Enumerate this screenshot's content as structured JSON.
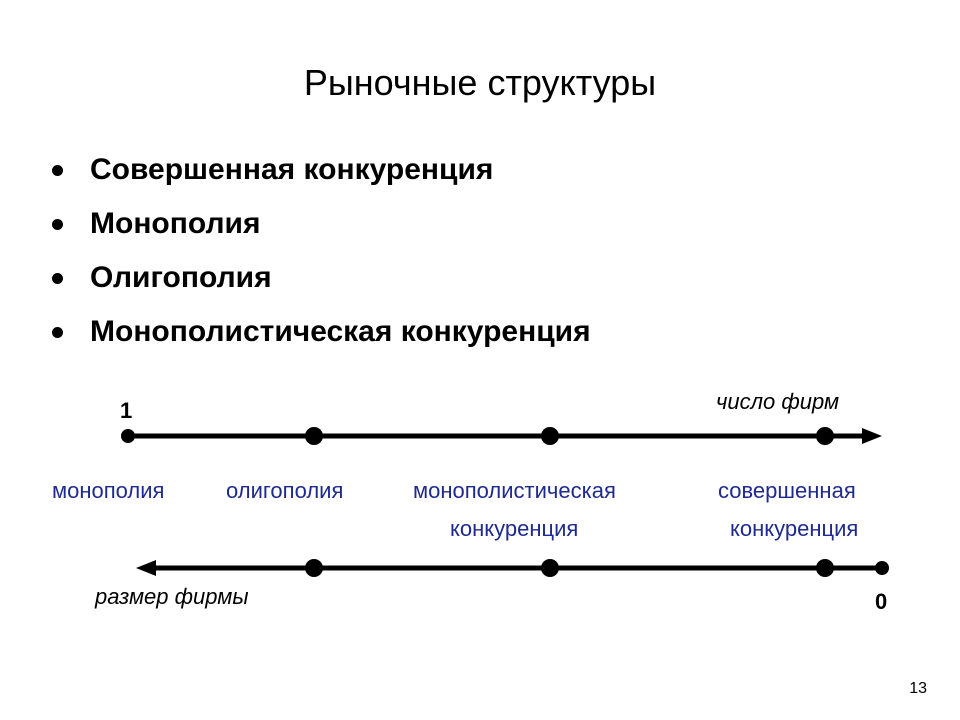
{
  "title": "Рыночные структуры",
  "bullets": [
    "Совершенная конкуренция",
    "Монополия",
    "Олигополия",
    "Монополистическая конкуренция"
  ],
  "top_axis": {
    "start_label": "1",
    "caption": "число фирм"
  },
  "bottom_axis": {
    "end_label": "0",
    "caption": "размер фирмы"
  },
  "structures": {
    "monopoly": "монополия",
    "oligopoly": "олигополия",
    "monopolistic_line1": "монополистическая",
    "monopolistic_line2": "конкуренция",
    "perfect_line1": "совершенная",
    "perfect_line2": "конкуренция"
  },
  "slide_number": "13"
}
